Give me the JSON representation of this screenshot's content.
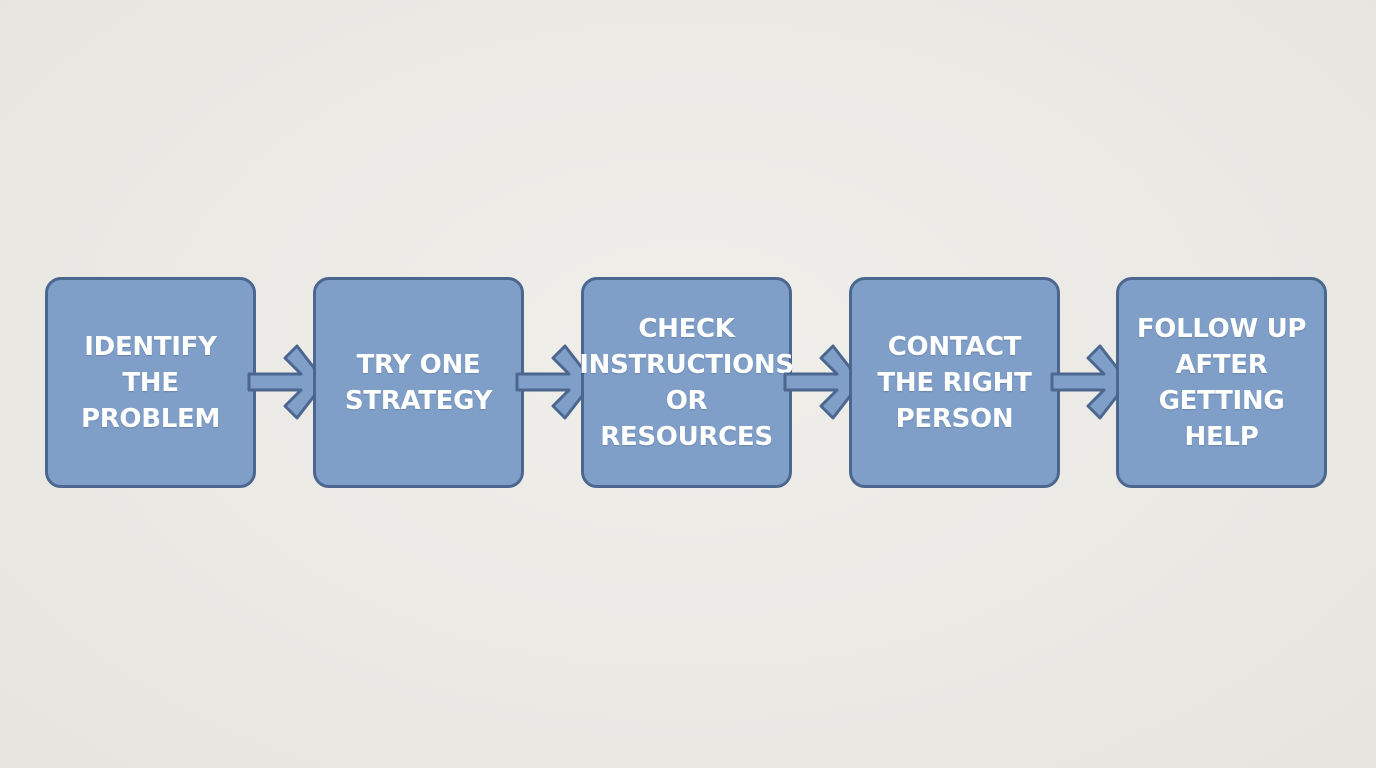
{
  "colors": {
    "background": "#ecebe6",
    "box_fill": "#7f9fc8",
    "box_border": "#4b678f",
    "text": "#ffffff"
  },
  "steps": [
    {
      "label": "IDENTIFY\nTHE\nPROBLEM"
    },
    {
      "label": "TRY ONE\nSTRATEGY"
    },
    {
      "label": "CHECK\nINSTRUCTIONS\nOR\nRESOURCES"
    },
    {
      "label": "CONTACT\nTHE RIGHT\nPERSON"
    },
    {
      "label": "FOLLOW UP\nAFTER\nGETTING\nHELP"
    }
  ],
  "connectors": [
    {
      "icon": "arrow-right-icon"
    },
    {
      "icon": "arrow-right-icon"
    },
    {
      "icon": "arrow-right-icon"
    },
    {
      "icon": "arrow-right-icon"
    }
  ]
}
